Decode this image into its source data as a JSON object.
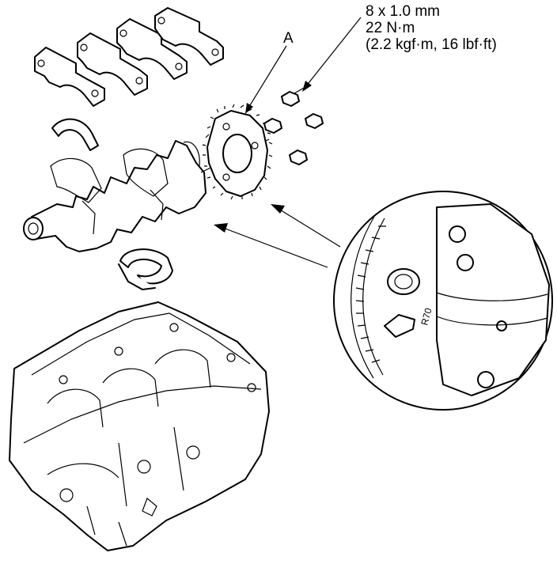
{
  "callouts": {
    "part_a": "A"
  },
  "torque_spec": {
    "bolt_size": "8 x 1.0 mm",
    "torque_nm": "22 N·m",
    "torque_alt": "(2.2 kgf·m, 16 lbf·ft)"
  },
  "detail_view": {
    "mark_text": "R70"
  },
  "colors": {
    "line": "#000000",
    "background": "#ffffff"
  }
}
